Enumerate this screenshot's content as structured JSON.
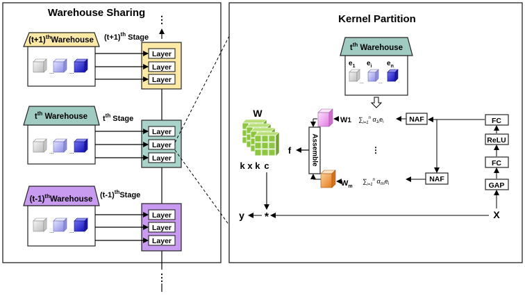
{
  "left_panel": {
    "title": "Warehouse Sharing",
    "top_ellipsis": "⋮",
    "bottom_ellipsis": "⋮",
    "inner_ellipsis": "...",
    "warehouses": [
      {
        "base": "(t+1)",
        "sup": "th",
        "suffix": "Warehouse",
        "stage_base": "(t+1)",
        "stage_sup": "th",
        "stage_suffix": " Stage",
        "color": "#fde9a6",
        "stage_color": "#fde9a6"
      },
      {
        "base": "t",
        "sup": "th",
        "suffix": " Warehouse",
        "stage_base": "t",
        "stage_sup": "th",
        "stage_suffix": " Stage",
        "color": "#9fcbc3",
        "stage_color": "#a9d2cb"
      },
      {
        "base": "(t-1)",
        "sup": "th",
        "suffix": "Warehouse",
        "stage_base": "(t-1)",
        "stage_sup": "th",
        "stage_suffix": "Stage",
        "color": "#c89af0",
        "stage_color": "#c99bf0"
      }
    ],
    "layer_label": "Layer"
  },
  "right_panel": {
    "title": "Kernel Partition",
    "warehouse": {
      "base": "t",
      "sup": "th",
      "suffix": " Warehouse",
      "color": "#9fcbc3"
    },
    "elements": [
      {
        "base": "e",
        "sub": "1"
      },
      {
        "base": "e",
        "sub": "i"
      },
      {
        "base": "e",
        "sub": "n"
      }
    ],
    "inner_ellipsis": "...",
    "W_label": "W",
    "kxk_label": "k x k",
    "c_label": "c",
    "f_label": "f",
    "assemble_label": "Assemble",
    "w1": {
      "base": "W",
      "sub": "1"
    },
    "wm": {
      "base": "W",
      "sub": "m"
    },
    "sum1": {
      "alpha_sub": "1i"
    },
    "summ": {
      "alpha_sub": "mi"
    },
    "vdots": "⋮",
    "naf_label": "NAF",
    "fc_label": "FC",
    "relu_label": "ReLU",
    "gap_label": "GAP",
    "x_label": "X",
    "y_label": "y",
    "conv_label": "*",
    "colors": {
      "green_cube": "#8dc63f",
      "pink_cube": "#f0a8f0",
      "orange_cube": "#f3a04a"
    }
  }
}
